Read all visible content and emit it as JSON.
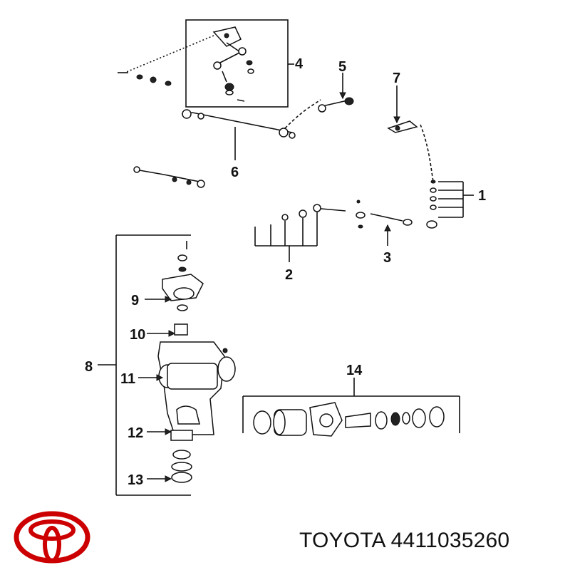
{
  "diagram": {
    "callouts": [
      "1",
      "2",
      "3",
      "4",
      "5",
      "6",
      "7",
      "8",
      "9",
      "10",
      "11",
      "12",
      "13",
      "14"
    ]
  },
  "caption": {
    "brand": "TOYOTA",
    "part_number": "4411035260",
    "text": "TOYOTA 4411035260"
  },
  "logo": {
    "name": "toyota-logo",
    "color": "#cc0000"
  }
}
